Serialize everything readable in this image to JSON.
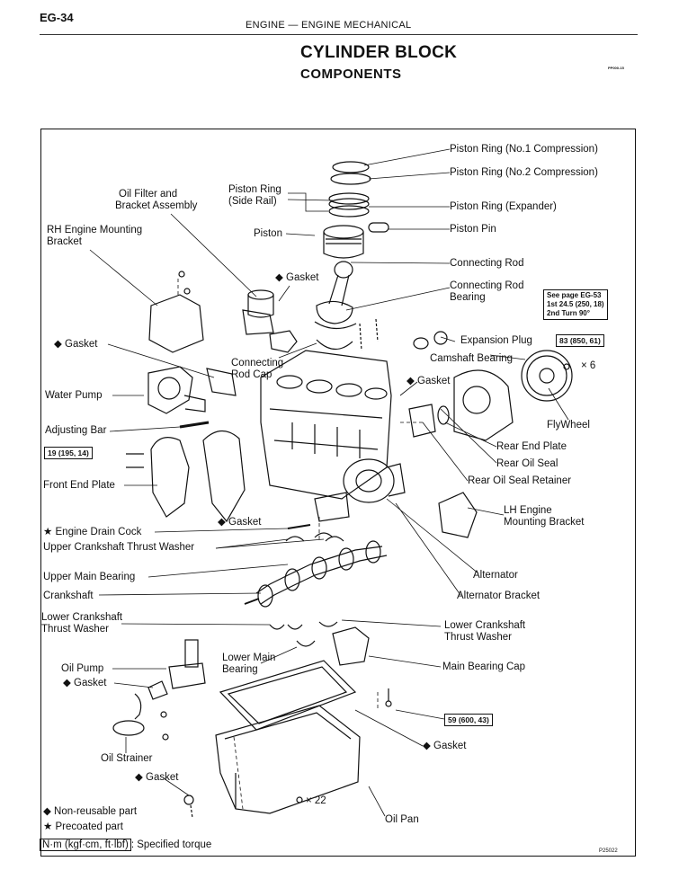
{
  "header": {
    "page": "EG-34",
    "section": "ENGINE — ENGINE MECHANICAL",
    "title": "CYLINDER BLOCK",
    "subtitle": "COMPONENTS",
    "code": "PP000-15"
  },
  "labels": {
    "piston_ring_1": "Piston Ring (No.1 Compression)",
    "piston_ring_2": "Piston Ring (No.2 Compression)",
    "piston_ring_exp": "Piston Ring (Expander)",
    "piston_pin": "Piston Pin",
    "piston_ring_side_1": "Piston Ring",
    "piston_ring_side_2": "(Side Rail)",
    "oil_filter_1": "Oil Filter and",
    "oil_filter_2": "Bracket Assembly",
    "rh_mount_1": "RH Engine Mounting",
    "rh_mount_2": "Bracket",
    "piston": "Piston",
    "gasket_top": "◆ Gasket",
    "connecting_rod": "Connecting Rod",
    "conrod_bearing_1": "Connecting Rod",
    "conrod_bearing_2": "Bearing",
    "gasket_left": "◆ Gasket",
    "conrod_cap_1": "Connecting",
    "conrod_cap_2": "Rod Cap",
    "expansion_plug": "Expansion Plug",
    "camshaft_bearing": "Camshaft Bearing",
    "gasket_mid": "◆ Gasket",
    "water_pump": "Water Pump",
    "adjusting_bar": "Adjusting Bar",
    "flywheel": "FlyWheel",
    "rear_end_plate": "Rear End Plate",
    "rear_oil_seal": "Rear Oil Seal",
    "front_end_plate": "Front End Plate",
    "rear_oil_seal_retainer": "Rear Oil Seal Retainer",
    "lh_mount_1": "LH Engine",
    "lh_mount_2": "Mounting Bracket",
    "gasket_block": "◆ Gasket",
    "drain_cock": "★ Engine Drain Cock",
    "upper_thrust": "Upper Crankshaft Thrust Washer",
    "upper_main": "Upper Main Bearing",
    "alternator": "Alternator",
    "crankshaft": "Crankshaft",
    "alternator_bracket": "Alternator Bracket",
    "lower_thrust_l1": "Lower Crankshaft",
    "lower_thrust_l2": "Thrust Washer",
    "lower_thrust_r1": "Lower Crankshaft",
    "lower_thrust_r2": "Thrust Washer",
    "lower_main_1": "Lower Main",
    "lower_main_2": "Bearing",
    "oil_pump": "Oil Pump",
    "main_bearing_cap": "Main Bearing Cap",
    "gasket_pump": "◆ Gasket",
    "gasket_pan": "◆ Gasket",
    "oil_strainer": "Oil Strainer",
    "gasket_strainer": "◆ Gasket",
    "x6": "× 6",
    "x22": "× 22",
    "oil_pan": "Oil Pan"
  },
  "torque": {
    "conrod_ref": "See page EG-53",
    "conrod_1st": "1st  24.5 (250, 18)",
    "conrod_2nd": "2nd Turn 90°",
    "flywheel": "83 (850, 61)",
    "front_plate": "19 (195, 14)",
    "oil_pan": "59 (600, 43)"
  },
  "legend": {
    "non_reusable": "◆ Non-reusable part",
    "precoated": "★ Precoated part",
    "unit": "N·m (kgf·cm, ft·lbf)",
    "unit_desc": ": Specified torque"
  },
  "figure_id": "P25022"
}
